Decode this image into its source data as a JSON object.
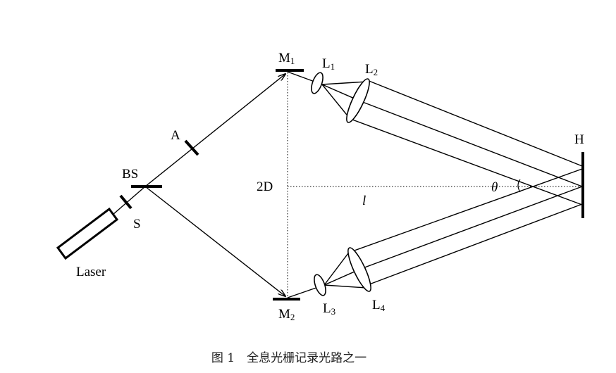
{
  "diagram": {
    "labels": {
      "laser": "Laser",
      "shutter": "S",
      "beam_splitter": "BS",
      "aperture": "A",
      "mirror1": {
        "main": "M",
        "sub": "1"
      },
      "mirror2": {
        "main": "M",
        "sub": "2"
      },
      "lens1": {
        "main": "L",
        "sub": "1"
      },
      "lens2": {
        "main": "L",
        "sub": "2"
      },
      "lens3": {
        "main": "L",
        "sub": "3"
      },
      "lens4": {
        "main": "L",
        "sub": "4"
      },
      "hologram": "H",
      "separation": "2D",
      "distance": "l",
      "angle": "θ"
    },
    "caption": "图 1　全息光栅记录光路之一"
  }
}
